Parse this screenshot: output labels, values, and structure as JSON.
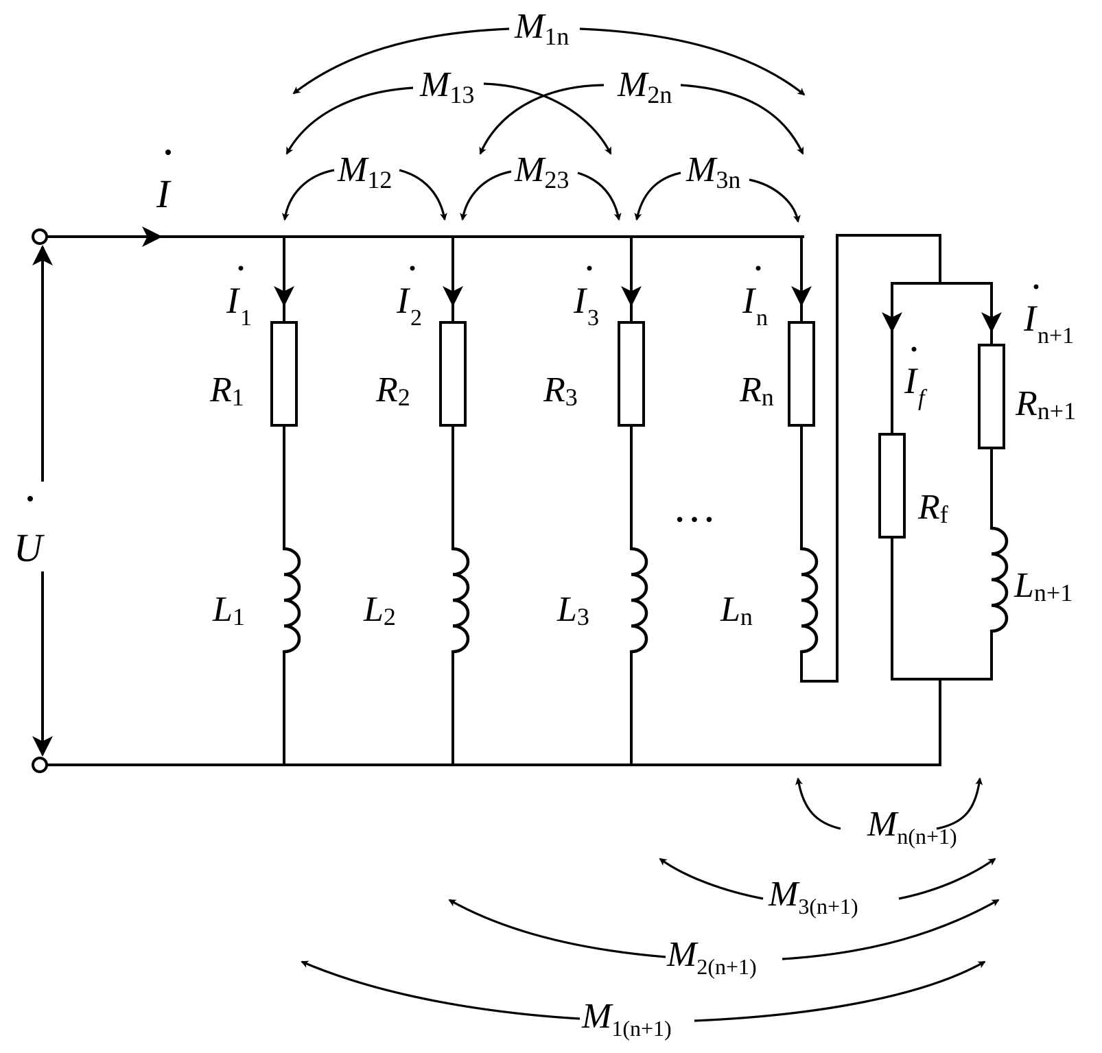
{
  "source": {
    "voltage": "U",
    "current": "I"
  },
  "branches": [
    {
      "current": "I",
      "current_sub": "1",
      "resistor": "R",
      "resistor_sub": "1",
      "inductor": "L",
      "inductor_sub": "1"
    },
    {
      "current": "I",
      "current_sub": "2",
      "resistor": "R",
      "resistor_sub": "2",
      "inductor": "L",
      "inductor_sub": "2"
    },
    {
      "current": "I",
      "current_sub": "3",
      "resistor": "R",
      "resistor_sub": "3",
      "inductor": "L",
      "inductor_sub": "3"
    },
    {
      "current": "I",
      "current_sub": "n",
      "resistor": "R",
      "resistor_sub": "n",
      "inductor": "L",
      "inductor_sub": "n"
    }
  ],
  "fault_branch": {
    "current": "I",
    "current_sub": "f",
    "resistor": "R",
    "resistor_sub": "f"
  },
  "last_branch": {
    "current": "I",
    "current_sub": "n+1",
    "resistor": "R",
    "resistor_sub": "n+1",
    "inductor": "L",
    "inductor_sub": "n+1"
  },
  "ellipsis": "…",
  "mutual_top": [
    {
      "sym": "M",
      "sub": "1n"
    },
    {
      "sym": "M",
      "sub": "13"
    },
    {
      "sym": "M",
      "sub": "2n"
    },
    {
      "sym": "M",
      "sub": "12"
    },
    {
      "sym": "M",
      "sub": "23"
    },
    {
      "sym": "M",
      "sub": "3n"
    }
  ],
  "mutual_bottom": [
    {
      "sym": "M",
      "sub": "n(n+1)"
    },
    {
      "sym": "M",
      "sub": "3(n+1)"
    },
    {
      "sym": "M",
      "sub": "2(n+1)"
    },
    {
      "sym": "M",
      "sub": "1(n+1)"
    }
  ]
}
